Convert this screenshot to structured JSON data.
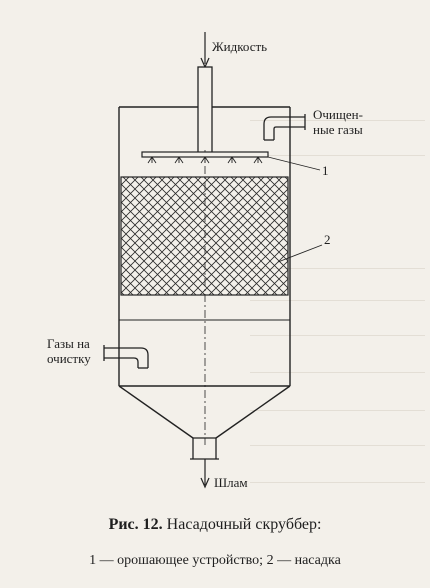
{
  "labels": {
    "liquid": "Жидкость",
    "clean_gas_1": "Очищен-",
    "clean_gas_2": "ные газы",
    "gas_in_1": "Газы на",
    "gas_in_2": "очистку",
    "sludge": "Шлам",
    "callout_1": "1",
    "callout_2": "2"
  },
  "caption": {
    "figure_number": "Рис. 12.",
    "title": "Насадочный скруббер:"
  },
  "legend": {
    "item1": "1 — орошающее устройство;",
    "item2": "2 — насадка"
  }
}
